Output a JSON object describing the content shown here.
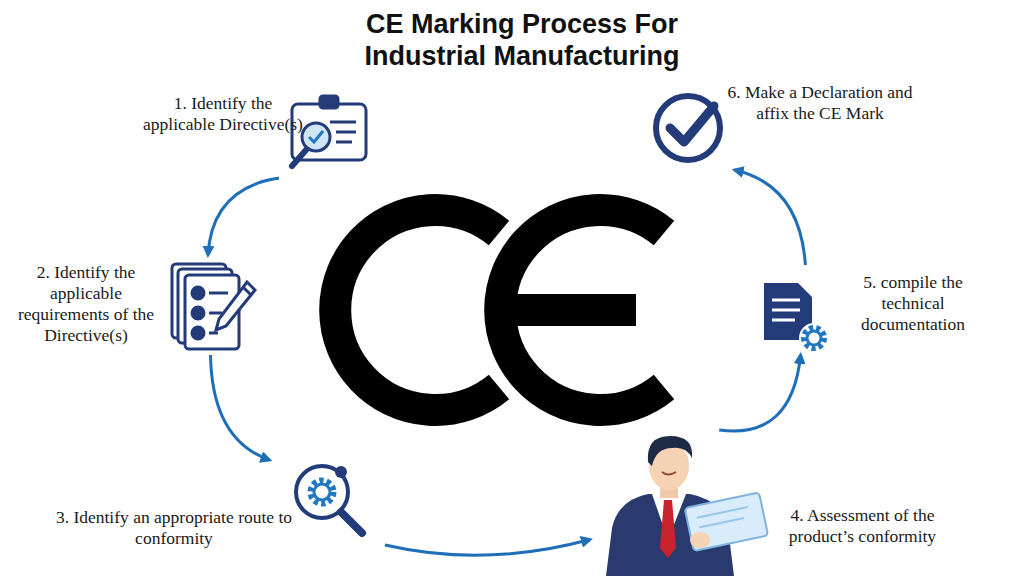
{
  "diagram": {
    "title": "CE Marking Process For Industrial Manufacturing",
    "nodes": [
      {
        "text": [
          "1. Identify the applicable Directive(s)"
        ]
      },
      {
        "text": [
          "2. Identify the applicable requirements of the Directive(s)"
        ]
      },
      {
        "text": [
          "3. Identify an appropriate route to conformity"
        ]
      },
      {
        "text": [
          "4. Assessment of the product’s conformity"
        ]
      },
      {
        "text": [
          "5. compile the technical documentation"
        ]
      },
      {
        "text": [
          "6. Make a Declaration and affix the CE Mark"
        ]
      }
    ],
    "edges": [
      {
        "from": 0,
        "to": 1,
        "arrow": "to"
      },
      {
        "from": 1,
        "to": 2,
        "arrow": "to"
      },
      {
        "from": 2,
        "to": 3,
        "arrow": "to"
      },
      {
        "from": 3,
        "to": 4,
        "arrow": "to"
      },
      {
        "from": 4,
        "to": 5,
        "arrow": "to"
      }
    ]
  }
}
